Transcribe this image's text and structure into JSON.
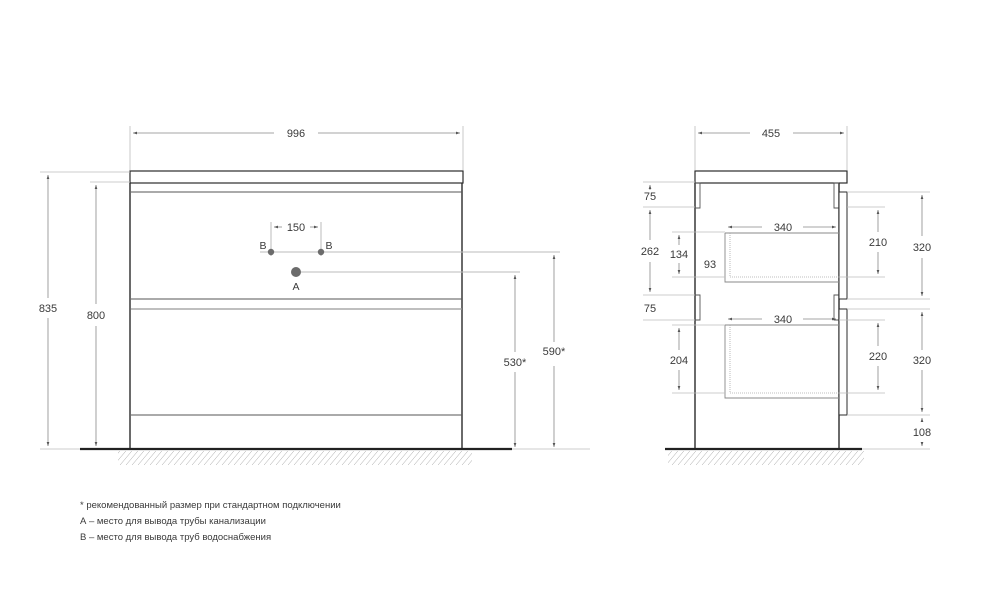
{
  "drawing": {
    "front_view": {
      "width": "996",
      "total_height": "835",
      "body_height": "800",
      "pipe_spacing": "150",
      "pipe_b_label_left": "B",
      "pipe_b_label_right": "B",
      "drain_label": "A",
      "drain_height": "530*",
      "water_height": "590*"
    },
    "side_view": {
      "depth": "455",
      "top_rail": "75",
      "upper_gap": "262",
      "middle_rail": "75",
      "upper_drawer_inner_height": "134",
      "upper_drawer_offset": "93",
      "upper_drawer_depth": "340",
      "lower_drawer_depth": "340",
      "lower_drawer_inner_height": "204",
      "upper_front_inner": "210",
      "lower_front_inner": "220",
      "upper_front_height": "320",
      "lower_front_height": "320",
      "plinth_height": "108"
    },
    "colors": {
      "outline": "#2b2b2b",
      "dimension_line": "#9a9a9a",
      "pipe_marker": "#6b6b6b",
      "text": "#3a3a3a"
    }
  },
  "notes": [
    "* рекомендованный размер при стандартном подключении",
    "А – место для вывода трубы канализации",
    "В – место для вывода труб водоснабжения"
  ]
}
